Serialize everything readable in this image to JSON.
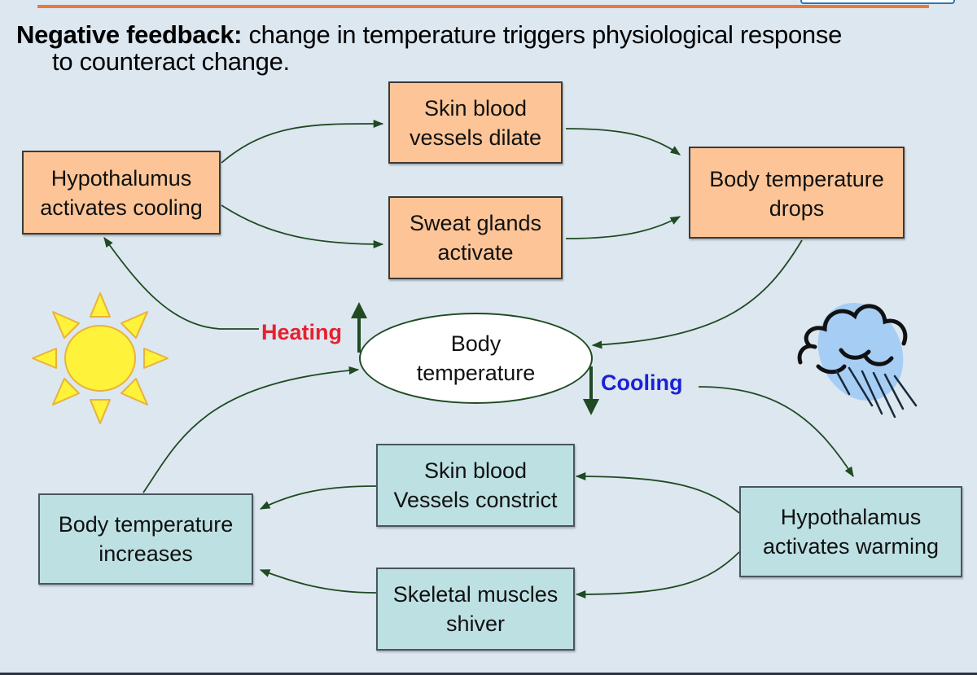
{
  "heading": {
    "lead": "Negative feedback:",
    "line1": " change in temperature triggers physiological response",
    "line2": "to counteract change."
  },
  "center": {
    "label": "Body\ntemperature"
  },
  "stimuli": {
    "heating": {
      "label": "Heating",
      "color": "#e8202e"
    },
    "cooling": {
      "label": "Cooling",
      "color": "#1a22d8"
    }
  },
  "cooling_loop": {
    "controller": "Hypothalumus\nactivates cooling",
    "effectors": [
      "Skin blood\nvessels dilate",
      "Sweat glands\nactivate"
    ],
    "result": "Body temperature\ndrops"
  },
  "warming_loop": {
    "controller": "Hypothalamus\nactivates warming",
    "effectors": [
      "Skin blood\nVessels constrict",
      "Skeletal muscles\nshiver"
    ],
    "result": "Body temperature\nincreases"
  },
  "icons": {
    "hot": "sun-icon",
    "cold": "rain-cloud-icon"
  },
  "colors": {
    "background": "#dce7f0",
    "warm_box": "#fdc597",
    "cool_box": "#bde0e3",
    "connector": "#1f4a22",
    "accent_rule": "#ea7a3a"
  }
}
